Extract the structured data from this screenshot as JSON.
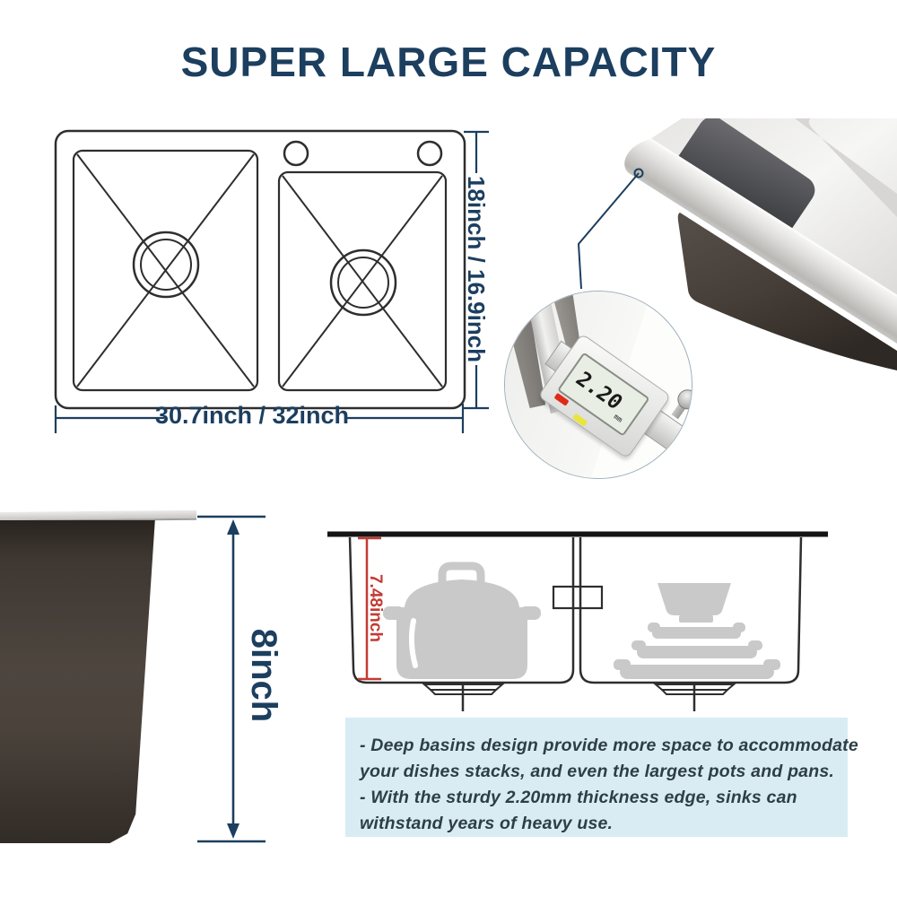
{
  "title": "SUPER LARGE CAPACITY",
  "top_view_diagram": {
    "width_label": "30.7inch / 32inch",
    "height_label": "18inch / 16.9inch"
  },
  "side_view_photo": {
    "depth_label": "8inch"
  },
  "cross_section_diagram": {
    "depth_label": "7.48inch"
  },
  "caliper_inset": {
    "lcd_value": "2.20",
    "lcd_unit": "mm"
  },
  "info_box": {
    "lines": [
      "- Deep basins design provide more space to accommodate",
      "your dishes stacks, and even the largest pots and pans.",
      "- With the sturdy 2.20mm thickness edge, sinks can",
      "withstand years of heavy use."
    ]
  },
  "colors": {
    "navy": "#1c3e5f",
    "line": "#2e2e2e",
    "red": "#c23b33",
    "info-bg": "#d9ecf4",
    "info-text": "#2e3e46",
    "silhouette": "#c9c9c9"
  }
}
